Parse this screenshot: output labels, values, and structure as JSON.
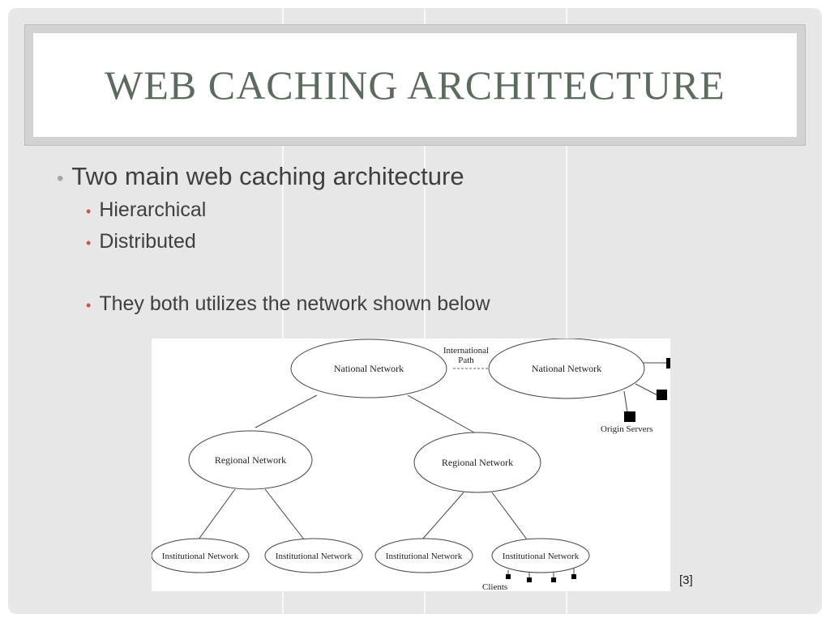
{
  "slide": {
    "title": "WEB CACHING ARCHITECTURE",
    "bullets": {
      "main": "Two main web caching architecture",
      "sub_items": [
        "Hierarchical",
        "Distributed"
      ],
      "note": "They both utilizes the network shown below"
    },
    "citation": "[3]"
  },
  "diagram": {
    "national_left": "National Network",
    "national_right": "National Network",
    "international_path": [
      "International",
      "Path"
    ],
    "regional": [
      "Regional Network",
      "Regional Network"
    ],
    "institutional": [
      "Institutional  Network",
      "Institutional  Network",
      "Institutional  Network",
      "Institutional  Network"
    ],
    "origin_servers": "Origin Servers",
    "clients": "Clients"
  },
  "colors": {
    "title": "#5b6c5f",
    "bullet_main": "#9aa7ac",
    "bullet_sub": "#d0524e"
  }
}
